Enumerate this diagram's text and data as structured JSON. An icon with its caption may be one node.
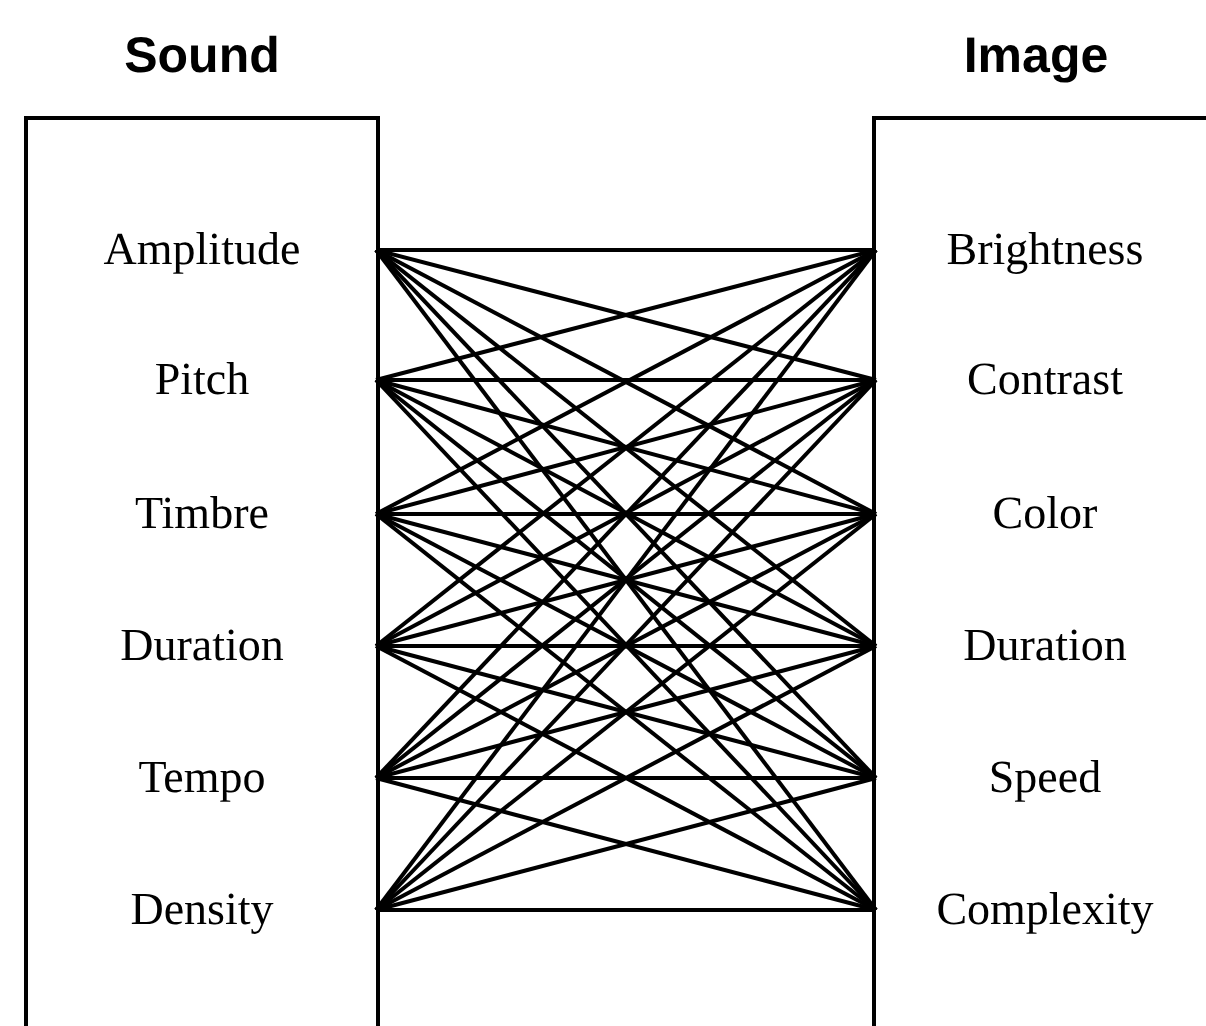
{
  "diagram": {
    "nodes": [
      {
        "text": [
          "Sound"
        ]
      },
      {
        "text": [
          "Amplitude"
        ],
        "in": 0
      },
      {
        "text": [
          "Pitch"
        ],
        "in": 0
      },
      {
        "text": [
          "Timbre"
        ],
        "in": 0
      },
      {
        "text": [
          "Duration"
        ],
        "in": 0
      },
      {
        "text": [
          "Tempo"
        ],
        "in": 0
      },
      {
        "text": [
          "Density"
        ],
        "in": 0
      },
      {
        "text": [
          "Image"
        ]
      },
      {
        "text": [
          "Brightness"
        ],
        "in": 7
      },
      {
        "text": [
          "Contrast"
        ],
        "in": 7
      },
      {
        "text": [
          "Color"
        ],
        "in": 7
      },
      {
        "text": [
          "Duration"
        ],
        "in": 7
      },
      {
        "text": [
          "Speed"
        ],
        "in": 7
      },
      {
        "text": [
          "Complexity"
        ],
        "in": 7
      }
    ],
    "edges": [
      {
        "from": 1,
        "to": 8,
        "arrow": "none"
      },
      {
        "from": 1,
        "to": 9,
        "arrow": "none"
      },
      {
        "from": 1,
        "to": 10,
        "arrow": "none"
      },
      {
        "from": 1,
        "to": 11,
        "arrow": "none"
      },
      {
        "from": 1,
        "to": 12,
        "arrow": "none"
      },
      {
        "from": 1,
        "to": 13,
        "arrow": "none"
      },
      {
        "from": 2,
        "to": 8,
        "arrow": "none"
      },
      {
        "from": 2,
        "to": 9,
        "arrow": "none"
      },
      {
        "from": 2,
        "to": 10,
        "arrow": "none"
      },
      {
        "from": 2,
        "to": 11,
        "arrow": "none"
      },
      {
        "from": 2,
        "to": 12,
        "arrow": "none"
      },
      {
        "from": 2,
        "to": 13,
        "arrow": "none"
      },
      {
        "from": 3,
        "to": 8,
        "arrow": "none"
      },
      {
        "from": 3,
        "to": 9,
        "arrow": "none"
      },
      {
        "from": 3,
        "to": 10,
        "arrow": "none"
      },
      {
        "from": 3,
        "to": 11,
        "arrow": "none"
      },
      {
        "from": 3,
        "to": 12,
        "arrow": "none"
      },
      {
        "from": 3,
        "to": 13,
        "arrow": "none"
      },
      {
        "from": 4,
        "to": 8,
        "arrow": "none"
      },
      {
        "from": 4,
        "to": 9,
        "arrow": "none"
      },
      {
        "from": 4,
        "to": 10,
        "arrow": "none"
      },
      {
        "from": 4,
        "to": 11,
        "arrow": "none"
      },
      {
        "from": 4,
        "to": 12,
        "arrow": "none"
      },
      {
        "from": 4,
        "to": 13,
        "arrow": "none"
      },
      {
        "from": 5,
        "to": 8,
        "arrow": "none"
      },
      {
        "from": 5,
        "to": 9,
        "arrow": "none"
      },
      {
        "from": 5,
        "to": 10,
        "arrow": "none"
      },
      {
        "from": 5,
        "to": 11,
        "arrow": "none"
      },
      {
        "from": 5,
        "to": 12,
        "arrow": "none"
      },
      {
        "from": 5,
        "to": 13,
        "arrow": "none"
      },
      {
        "from": 6,
        "to": 8,
        "arrow": "none"
      },
      {
        "from": 6,
        "to": 9,
        "arrow": "none"
      },
      {
        "from": 6,
        "to": 10,
        "arrow": "none"
      },
      {
        "from": 6,
        "to": 11,
        "arrow": "none"
      },
      {
        "from": 6,
        "to": 12,
        "arrow": "none"
      },
      {
        "from": 6,
        "to": 13,
        "arrow": "none"
      }
    ]
  }
}
